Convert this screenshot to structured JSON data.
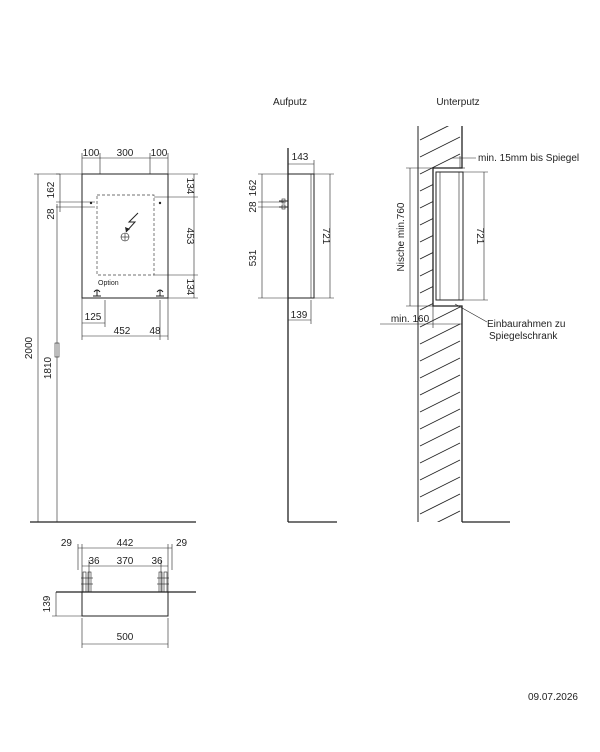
{
  "titles": {
    "surface": "Aufputz",
    "recessed": "Unterputz"
  },
  "date": "09.07.2026",
  "front": {
    "d_100_left": "100",
    "d_300": "300",
    "d_100_right": "100",
    "d_162": "162",
    "d_28": "28",
    "d_134_top": "134",
    "d_453": "453",
    "d_134_bottom": "134",
    "option": "Option",
    "d_125": "125",
    "d_452": "452",
    "d_48": "48",
    "d_2000": "2000",
    "d_1810": "1810"
  },
  "side": {
    "d_143": "143",
    "d_162": "162",
    "d_28": "28",
    "d_531": "531",
    "d_721": "721",
    "d_139": "139"
  },
  "recessed": {
    "min_mirror": "min. 15mm bis Spiegel",
    "niche": "Nische min.760",
    "d_721": "721",
    "min_160": "min. 160",
    "frame_line1": "Einbaurahmen  zu",
    "frame_line2": "Spiegelschrank"
  },
  "plan": {
    "d_29_left": "29",
    "d_442": "442",
    "d_29_right": "29",
    "d_36_left": "36",
    "d_370": "370",
    "d_36_right": "36",
    "d_139": "139",
    "d_500": "500"
  }
}
